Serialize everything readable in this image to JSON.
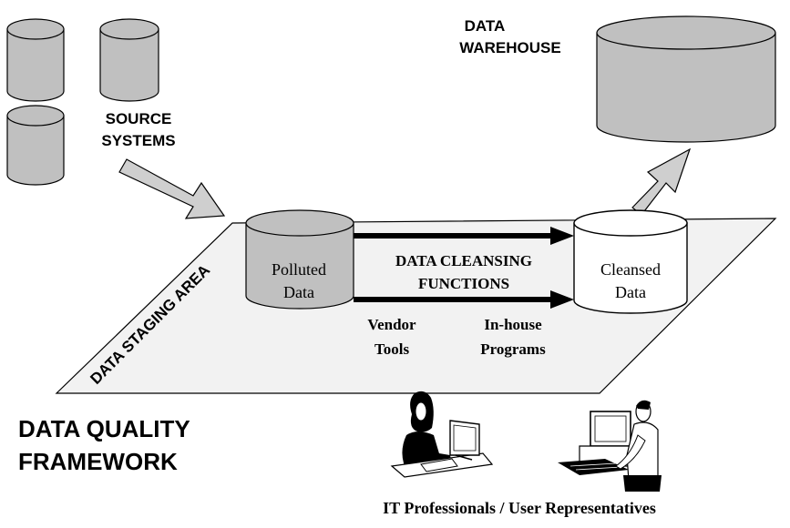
{
  "labels": {
    "source_line1": "SOURCE",
    "source_line2": "SYSTEMS",
    "warehouse_line1": "DATA",
    "warehouse_line2": "WAREHOUSE",
    "staging_area": "DATA STAGING AREA",
    "polluted_line1": "Polluted",
    "polluted_line2": "Data",
    "cleansed_line1": "Cleansed",
    "cleansed_line2": "Data",
    "functions_line1": "DATA CLEANSING",
    "functions_line2": "FUNCTIONS",
    "vendor_line1": "Vendor",
    "vendor_line2": "Tools",
    "inhouse_line1": "In-house",
    "inhouse_line2": "Programs",
    "framework_line1": "DATA QUALITY",
    "framework_line2": "FRAMEWORK",
    "people_caption": "IT Professionals / User Representatives"
  },
  "colors": {
    "cylinder_fill": "#c0c0c0",
    "plane_fill": "#f2f2f2",
    "arrow_fill": "#cfcfcf",
    "line": "#000000"
  }
}
